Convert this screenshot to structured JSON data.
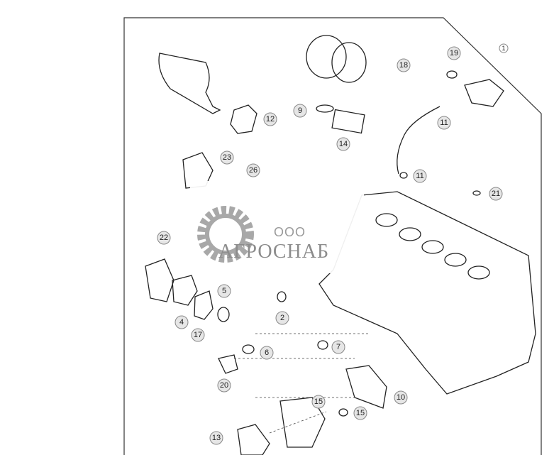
{
  "diagram": {
    "callouts": [
      "1",
      "19",
      "18",
      "12",
      "9",
      "14",
      "11",
      "11",
      "21",
      "23",
      "26",
      "22",
      "5",
      "2",
      "4",
      "17",
      "6",
      "7",
      "20",
      "10",
      "15",
      "15",
      "13"
    ]
  },
  "watermark": {
    "prefix": "ООО",
    "name": "АГРОСНАБ"
  },
  "colors": {
    "line": "#222222",
    "callout_fill": "#e6e6e6",
    "watermark": "#8c8c8c"
  }
}
